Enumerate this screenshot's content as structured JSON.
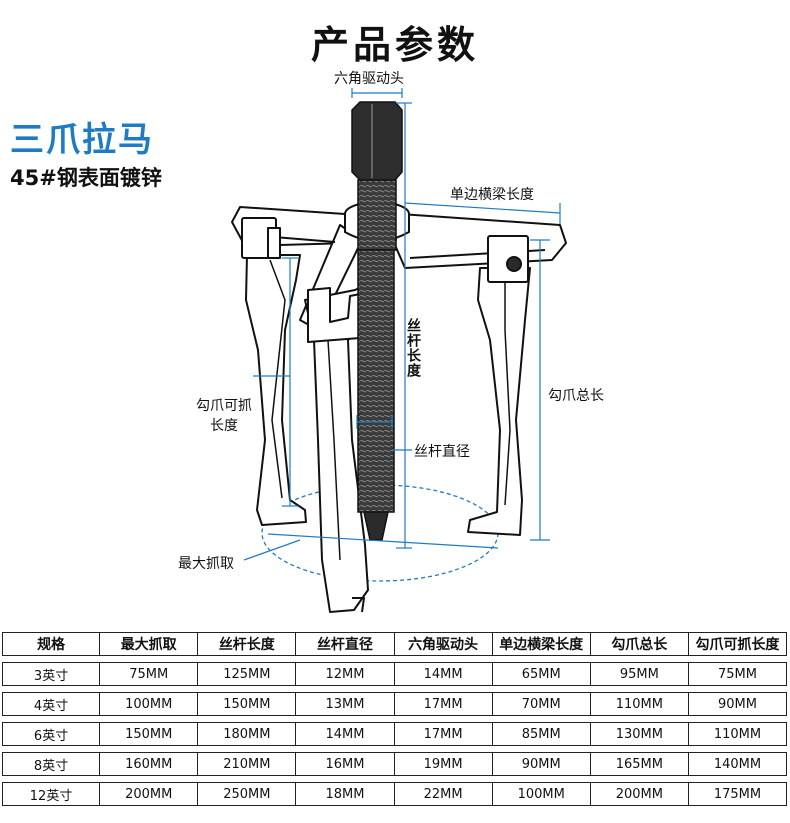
{
  "page_title": "产品参数",
  "product": {
    "name": "三爪拉马",
    "material": "45#钢表面镀锌"
  },
  "callouts": {
    "hex_drive": "六角驱动头",
    "beam_length": "单边横梁长度",
    "screw_length": "丝杆长度",
    "jaw_total": "勾爪总长",
    "jaw_reach": "勾爪可抓长度",
    "screw_diameter": "丝杆直径",
    "max_grip": "最大抓取"
  },
  "colors": {
    "accent": "#1f7bc4",
    "dimension_lines": "#1f7bc4",
    "tool_body": "#ffffff",
    "screw": "#2b2b2b"
  },
  "table": {
    "headers": [
      "规格",
      "最大抓取",
      "丝杆长度",
      "丝杆直径",
      "六角驱动头",
      "单边横梁长度",
      "勾爪总长",
      "勾爪可抓长度"
    ],
    "rows": [
      [
        "3英寸",
        "75MM",
        "125MM",
        "12MM",
        "14MM",
        "65MM",
        "95MM",
        "75MM"
      ],
      [
        "4英寸",
        "100MM",
        "150MM",
        "13MM",
        "17MM",
        "70MM",
        "110MM",
        "90MM"
      ],
      [
        "6英寸",
        "150MM",
        "180MM",
        "14MM",
        "17MM",
        "85MM",
        "130MM",
        "110MM"
      ],
      [
        "8英寸",
        "160MM",
        "210MM",
        "16MM",
        "19MM",
        "90MM",
        "165MM",
        "140MM"
      ],
      [
        "12英寸",
        "200MM",
        "250MM",
        "18MM",
        "22MM",
        "100MM",
        "200MM",
        "175MM"
      ]
    ]
  }
}
